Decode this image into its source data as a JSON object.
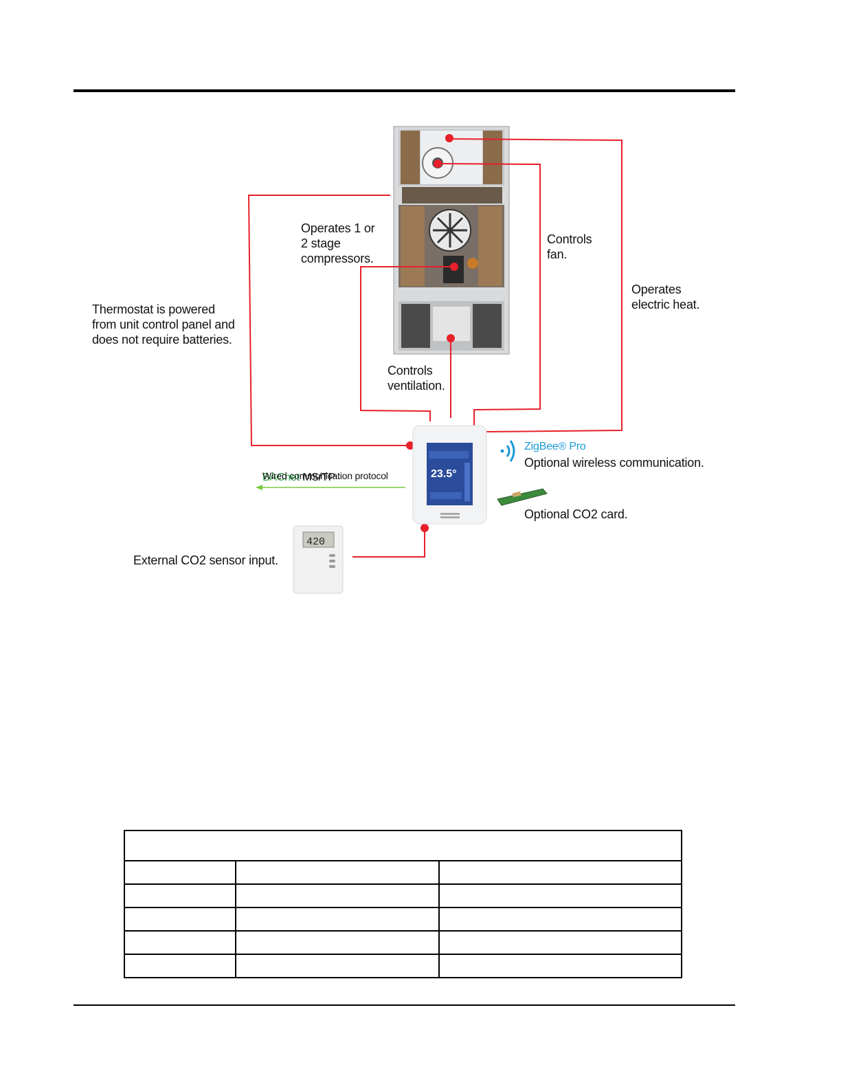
{
  "labels": {
    "compressors": "Operates 1 or\n2 stage\ncompressors.",
    "fan": "Controls\nfan.",
    "electric_heat": "Operates\nelectric heat.",
    "thermostat_power": "Thermostat is powered\nfrom unit control panel and\ndoes not require batteries.",
    "ventilation": "Controls\nventilation.",
    "bacnet_brand": "BACnet",
    "bacnet_model": " MS/TP",
    "bacnet_desc": "Wired communication protocol",
    "zigbee": "ZigBee® Pro",
    "wireless": "Optional wireless communication.",
    "co2_card": "Optional CO2 card.",
    "external_co2": "External CO2 sensor input."
  },
  "thermostat_screen": {
    "temperature": "23.5°"
  },
  "co2_sensor": {
    "display": "420"
  },
  "colors": {
    "wire": "#e8202a",
    "bacnet": "#27a844",
    "zigbee": "#1a9ad6"
  },
  "table": {
    "rows": 5,
    "columns": 3
  }
}
